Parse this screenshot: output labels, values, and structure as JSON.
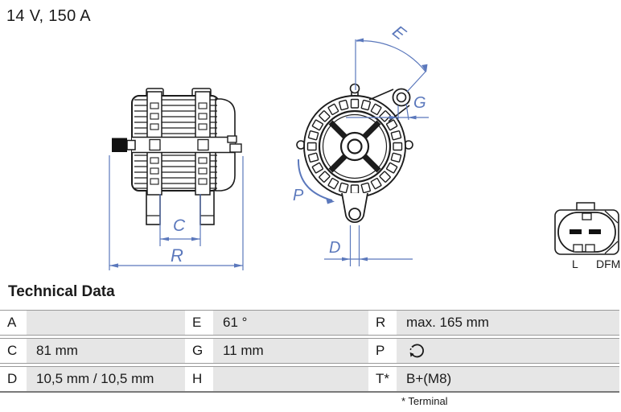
{
  "header": {
    "title": "14 V, 150 A"
  },
  "section": {
    "heading": "Technical Data",
    "footnote": "* Terminal"
  },
  "diagram": {
    "dimension_labels": {
      "C": "C",
      "R": "R",
      "E": "E",
      "G": "G",
      "P": "P",
      "D": "D"
    },
    "connector_labels": {
      "left": "L",
      "right": "DFM"
    },
    "colors": {
      "dimension_blue": "#5b78bc",
      "line_black": "#1c1c1c"
    }
  },
  "table": {
    "rows": [
      {
        "c0l": "A",
        "c0v": "",
        "c1l": "E",
        "c1v": "61 °",
        "c2l": "R",
        "c2v": "max. 165 mm"
      },
      {
        "c0l": "C",
        "c0v": "81 mm",
        "c1l": "G",
        "c1v": "11 mm",
        "c2l": "P",
        "c2v": ""
      },
      {
        "c0l": "D",
        "c0v": "10,5 mm / 10,5 mm",
        "c1l": "H",
        "c1v": "",
        "c2l": "T*",
        "c2v": "B+(M8)"
      }
    ],
    "p_icon": "rotation-direction-icon"
  }
}
